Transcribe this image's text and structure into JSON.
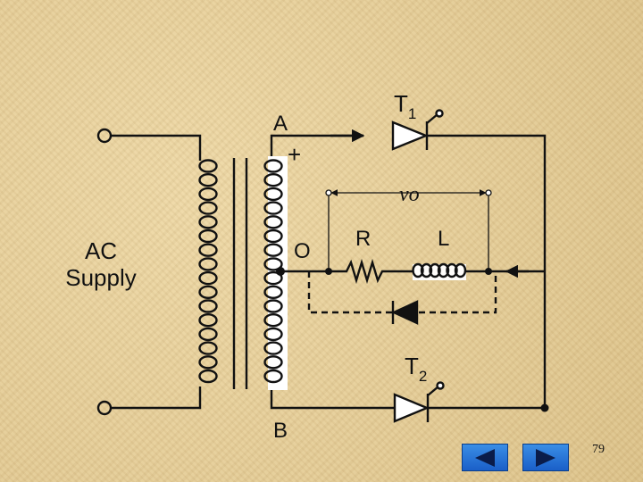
{
  "diagram": {
    "label_ac_supply_line1": "AC",
    "label_ac_supply_line2": "Supply",
    "label_a": "A",
    "label_b": "B",
    "label_o": "O",
    "label_plus": "+",
    "label_r": "R",
    "label_l": "L",
    "label_vo": "vo",
    "label_t1": "T",
    "label_t1_sub": "1",
    "label_t2": "T",
    "label_t2_sub": "2"
  },
  "footer": {
    "slide_number": "79",
    "nav_prev_icon": "left-arrow-icon",
    "nav_next_icon": "right-arrow-icon",
    "nav_button_color": "#2a78d8"
  }
}
